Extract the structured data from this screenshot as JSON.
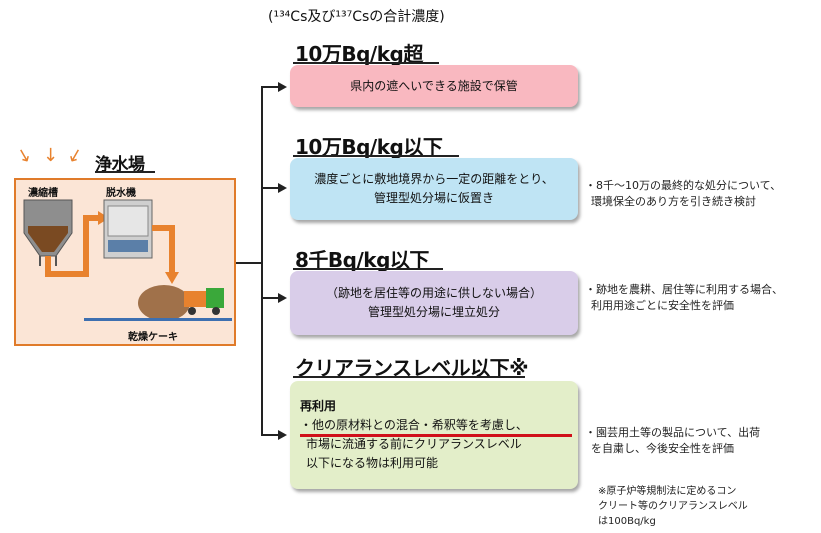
{
  "header": "(¹³⁴Cs及び¹³⁷Csの合計濃度)",
  "plant": {
    "title": "浄水場",
    "thickener_label": "濃縮槽",
    "dehydrator_label": "脱水機",
    "cake_label": "乾燥ケーキ"
  },
  "categories": [
    {
      "heading": "10万Bq/kg超",
      "box_lines": [
        "県内の遮へいできる施設で保管"
      ],
      "box_color": "#f9b8c0",
      "note_lines": []
    },
    {
      "heading": "10万Bq/kg以下",
      "box_lines": [
        "濃度ごとに敷地境界から一定の距離をとり、",
        "管理型処分場に仮置き"
      ],
      "box_color": "#bfe4f4",
      "note_lines": [
        "・8千～10万の最終的な処分について、",
        "環境保全のあり方を引き続き検討"
      ]
    },
    {
      "heading": "8千Bq/kg以下",
      "box_lines": [
        "（跡地を居住等の用途に供しない場合）",
        "管理型処分場に埋立処分"
      ],
      "box_color": "#d9cde9",
      "note_lines": [
        "・跡地を農耕、居住等に利用する場合、",
        "利用用途ごとに安全性を評価"
      ]
    },
    {
      "heading": "クリアランスレベル以下※",
      "box_title": "再利用",
      "box_lines": [
        "・他の原材料との混合・希釈等を考慮し、",
        "市場に流通する前にクリアランスレベル",
        "以下になる物は利用可能"
      ],
      "box_color": "#e3eec9",
      "note_lines": [
        "・園芸用土等の製品について、出荷",
        "を自粛し、今後安全性を評価"
      ]
    }
  ],
  "footnote_lines": [
    "※原子炉等規制法に定めるコン",
    "クリート等のクリアランスレベル",
    "は100Bq/kg"
  ],
  "colors": {
    "plant_border": "#e07b2a",
    "pipe": "#e8822e",
    "underline_red": "#d0101a"
  }
}
